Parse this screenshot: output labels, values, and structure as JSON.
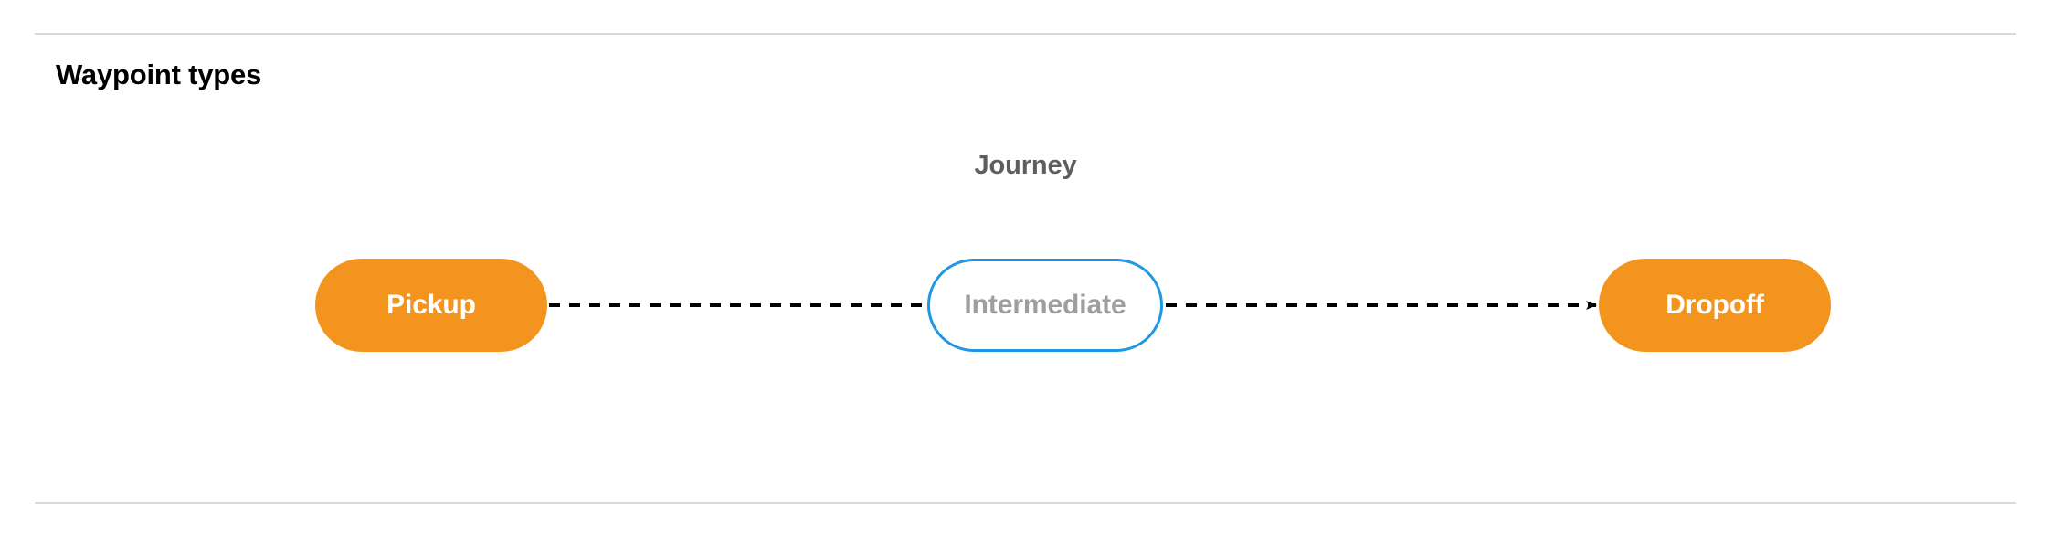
{
  "section": {
    "title": "Waypoint types",
    "divider_color": "#d7d9da"
  },
  "diagram": {
    "cluster_label": "Journey",
    "cluster_label_color": "#5e5e5e",
    "nodes": [
      {
        "id": "pickup",
        "label": "Pickup",
        "kind": "terminal",
        "fill": "#f3941f",
        "text_color": "#ffffff",
        "border_color": "none"
      },
      {
        "id": "intermediate",
        "label": "Intermediate",
        "kind": "intermediate",
        "fill": "#ffffff",
        "text_color": "#9e9e9e",
        "border_color": "#2196e3"
      },
      {
        "id": "dropoff",
        "label": "Dropoff",
        "kind": "terminal",
        "fill": "#f3941f",
        "text_color": "#ffffff",
        "border_color": "none"
      }
    ],
    "edges": [
      {
        "id": "pickup-to-intermediate",
        "from": "pickup",
        "to": "intermediate",
        "style": "dashed",
        "color": "#000000",
        "arrowhead": false
      },
      {
        "id": "intermediate-to-dropoff",
        "from": "intermediate",
        "to": "dropoff",
        "style": "dashed",
        "color": "#000000",
        "arrowhead": true
      }
    ]
  }
}
